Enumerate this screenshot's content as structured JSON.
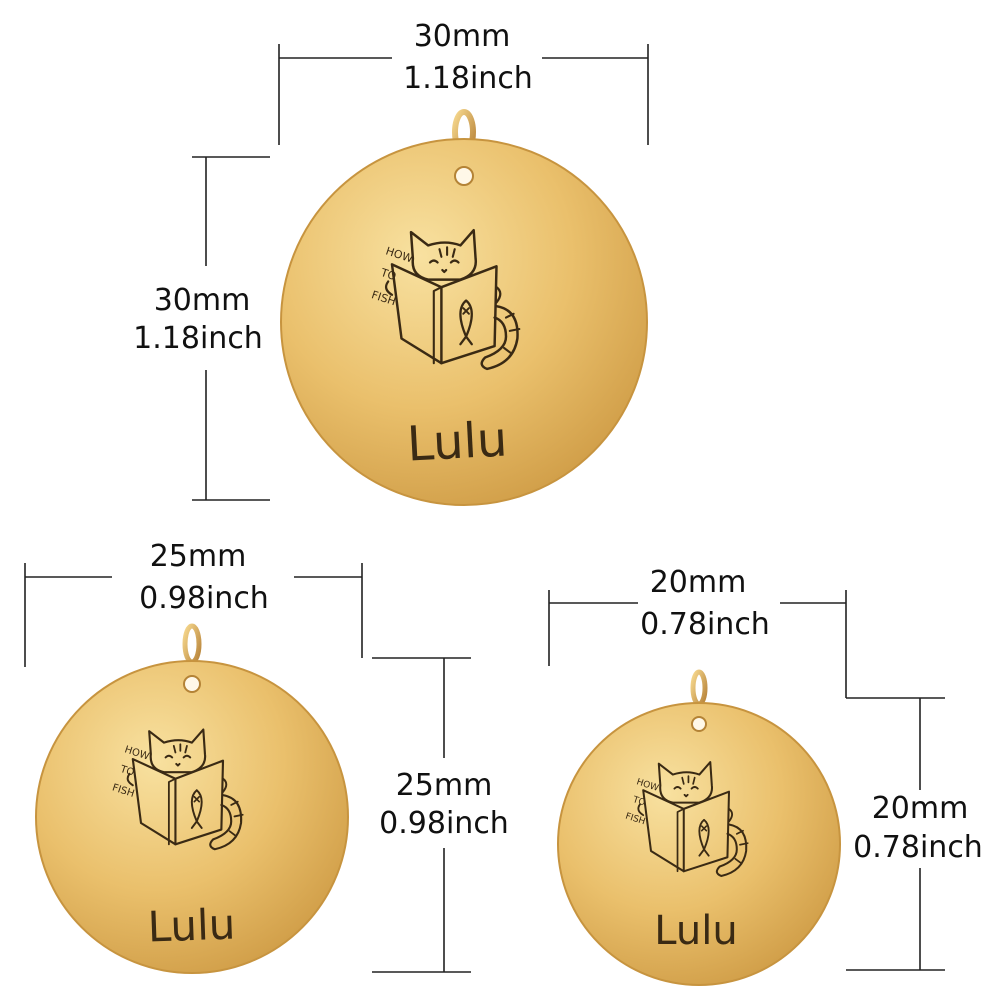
{
  "colors": {
    "tag_light": "#f6d98e",
    "tag_mid": "#e4b862",
    "tag_dark": "#c8953e",
    "engraving": "#3a2a14",
    "dimension_text": "#111111"
  },
  "tags": [
    {
      "id": "large",
      "engraving_name": "Lulu",
      "book_text": [
        "HOW",
        "TO",
        "FISH"
      ],
      "width": {
        "mm": "30mm",
        "inch": "1.18inch"
      },
      "height": {
        "mm": "30mm",
        "inch": "1.18inch"
      }
    },
    {
      "id": "medium",
      "engraving_name": "Lulu",
      "book_text": [
        "HOW",
        "TO",
        "FISH"
      ],
      "width": {
        "mm": "25mm",
        "inch": "0.98inch"
      },
      "height": {
        "mm": "25mm",
        "inch": "0.98inch"
      }
    },
    {
      "id": "small",
      "engraving_name": "Lulu",
      "book_text": [
        "HOW",
        "TO",
        "FISH"
      ],
      "width": {
        "mm": "20mm",
        "inch": "0.78inch"
      },
      "height": {
        "mm": "20mm",
        "inch": "0.78inch"
      }
    }
  ]
}
